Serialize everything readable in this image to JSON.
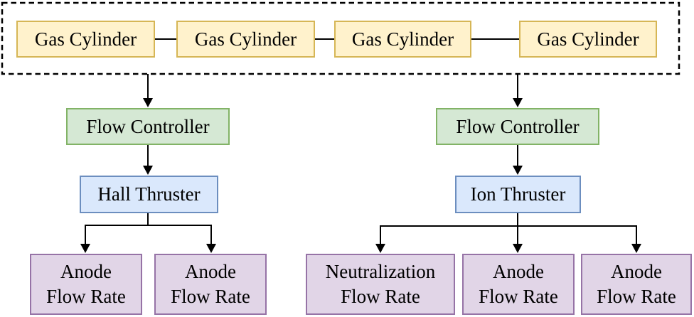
{
  "diagram": {
    "top_group": {
      "nodes": [
        {
          "label": "Gas Cylinder"
        },
        {
          "label": "Gas Cylinder"
        },
        {
          "label": "Gas Cylinder"
        },
        {
          "label": "Gas Cylinder"
        }
      ]
    },
    "left_chain": {
      "flow_controller": {
        "label": "Flow Controller"
      },
      "thruster": {
        "label": "Hall Thruster"
      },
      "outputs": [
        {
          "line1": "Anode",
          "line2": "Flow Rate"
        },
        {
          "line1": "Anode",
          "line2": "Flow Rate"
        }
      ]
    },
    "right_chain": {
      "flow_controller": {
        "label": "Flow Controller"
      },
      "thruster": {
        "label": "Ion Thruster"
      },
      "outputs": [
        {
          "line1": "Neutralization",
          "line2": "Flow Rate"
        },
        {
          "line1": "Anode",
          "line2": "Flow Rate"
        },
        {
          "line1": "Anode",
          "line2": "Flow Rate"
        }
      ]
    },
    "colors": {
      "gas_fill": "#FFF2CC",
      "gas_border": "#D6B656",
      "controller_fill": "#D5E8D4",
      "controller_border": "#82B366",
      "thruster_fill": "#DAE8FC",
      "thruster_border": "#6C8EBF",
      "output_fill": "#E1D5E7",
      "output_border": "#9673A6",
      "connector": "#000000",
      "text": "#000000"
    }
  }
}
